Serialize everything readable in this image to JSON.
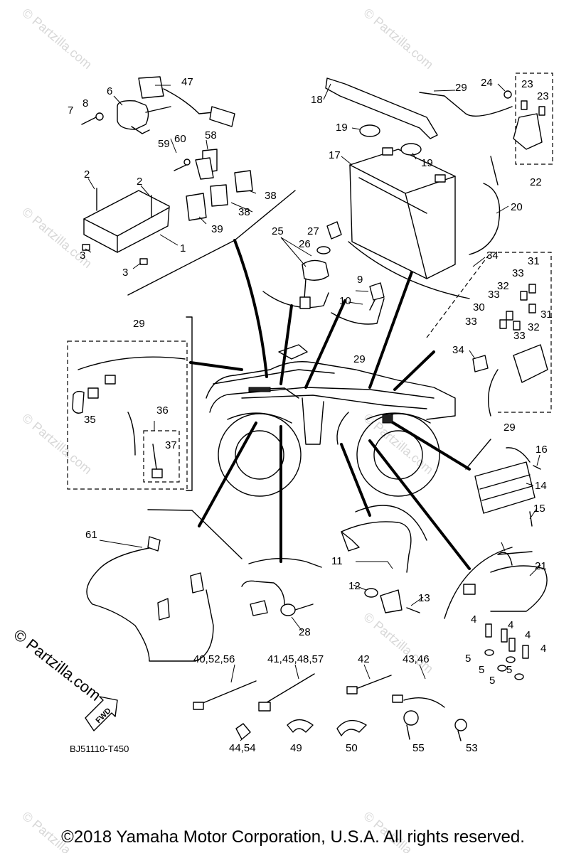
{
  "watermark": {
    "text": "© Partzilla.com"
  },
  "diagram_code": "BJ51110-T450",
  "copyright": "©2018 Yamaha Motor Corporation, U.S.A. All rights reserved.",
  "fwd_label": "FWD",
  "callouts": {
    "c1": "1",
    "c2a": "2",
    "c2b": "2",
    "c3a": "3",
    "c3b": "3",
    "c4a": "4",
    "c4b": "4",
    "c4c": "4",
    "c4d": "4",
    "c5a": "5",
    "c5b": "5",
    "c5c": "5",
    "c5d": "5",
    "c6": "6",
    "c7": "7",
    "c8": "8",
    "c9": "9",
    "c10": "10",
    "c11": "11",
    "c12": "12",
    "c13": "13",
    "c14": "14",
    "c15": "15",
    "c16": "16",
    "c17": "17",
    "c18": "18",
    "c19a": "19",
    "c19b": "19",
    "c20": "20",
    "c21": "21",
    "c22": "22",
    "c23a": "23",
    "c23b": "23",
    "c24": "24",
    "c25": "25",
    "c26": "26",
    "c27": "27",
    "c28": "28",
    "c29a": "29",
    "c29b": "29",
    "c29c": "29",
    "c29d": "29",
    "c30": "30",
    "c31a": "31",
    "c31b": "31",
    "c32a": "32",
    "c32b": "32",
    "c33a": "33",
    "c33b": "33",
    "c33c": "33",
    "c33d": "33",
    "c34a": "34",
    "c34b": "34",
    "c35": "35",
    "c36": "36",
    "c37": "37",
    "c38a": "38",
    "c38b": "38",
    "c39": "39",
    "c47": "47",
    "c58": "58",
    "c59": "59",
    "c60": "60",
    "c61": "61",
    "c40_52_56": "40,52,56",
    "c41_45_48_57": "41,45,48,57",
    "c42": "42",
    "c43_46": "43,46",
    "c44_54": "44,54",
    "c49": "49",
    "c50": "50",
    "c53": "53",
    "c55": "55"
  }
}
